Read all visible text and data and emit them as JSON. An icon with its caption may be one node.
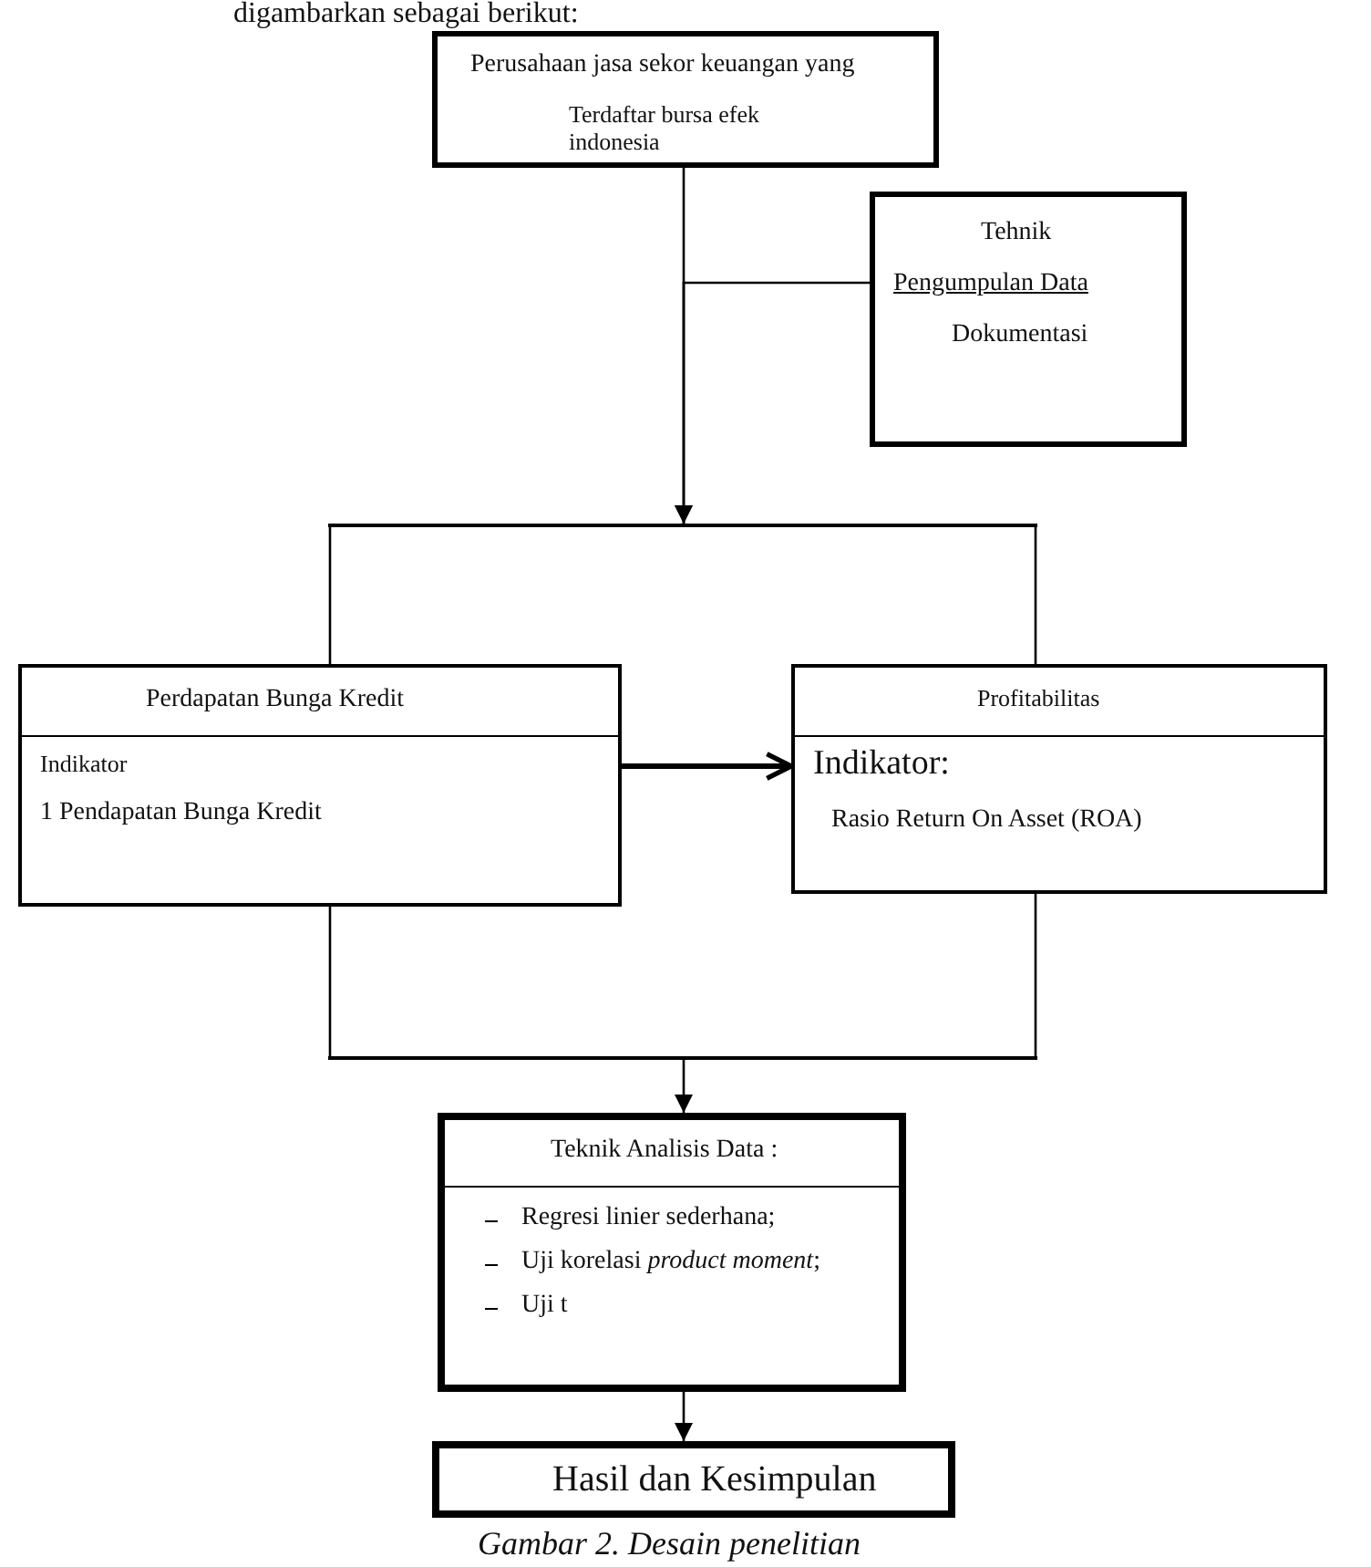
{
  "diagram": {
    "caption": "Gambar 2. Desain penelitian",
    "nodes": [
      {
        "text": [
          "Perusahaan jasa sekor keuangan yang",
          "Terdaftar bursa efek indonesia"
        ]
      },
      {
        "text": [
          "Tehnik",
          "Pengumpulan Data",
          "Dokumentasi"
        ]
      },
      {
        "text": [],
        "shape": "bar"
      },
      {
        "text": [
          "Perdapatan Bunga Kredit",
          "Indikator",
          "1 Pendapatan Bunga Kredit"
        ]
      },
      {
        "text": [
          "Profitabilitas",
          "Indikator:",
          "Rasio Return On Asset (ROA)"
        ]
      },
      {
        "text": [],
        "shape": "bar"
      },
      {
        "text": [
          "Teknik Analisis Data :",
          "Regresi linier sederhana;",
          "Uji korelasi *product moment*;",
          "Uji t"
        ]
      },
      {
        "text": [
          "Hasil dan Kesimpulan"
        ]
      }
    ],
    "edges": [
      {
        "from": 0,
        "to": 2,
        "arrow": "to"
      },
      {
        "from": 1,
        "to": 2,
        "arrow": "to"
      },
      {
        "from": 2,
        "to": 3,
        "arrow": "none"
      },
      {
        "from": 2,
        "to": 4,
        "arrow": "none"
      },
      {
        "from": 3,
        "to": 4,
        "arrow": "to",
        "style": "thick"
      },
      {
        "from": 3,
        "to": 5,
        "arrow": "none"
      },
      {
        "from": 4,
        "to": 5,
        "arrow": "none"
      },
      {
        "from": 5,
        "to": 6,
        "arrow": "to"
      },
      {
        "from": 6,
        "to": 7,
        "arrow": "to"
      }
    ],
    "labels": [
      "digambarkan sebagai berikut:"
    ]
  }
}
